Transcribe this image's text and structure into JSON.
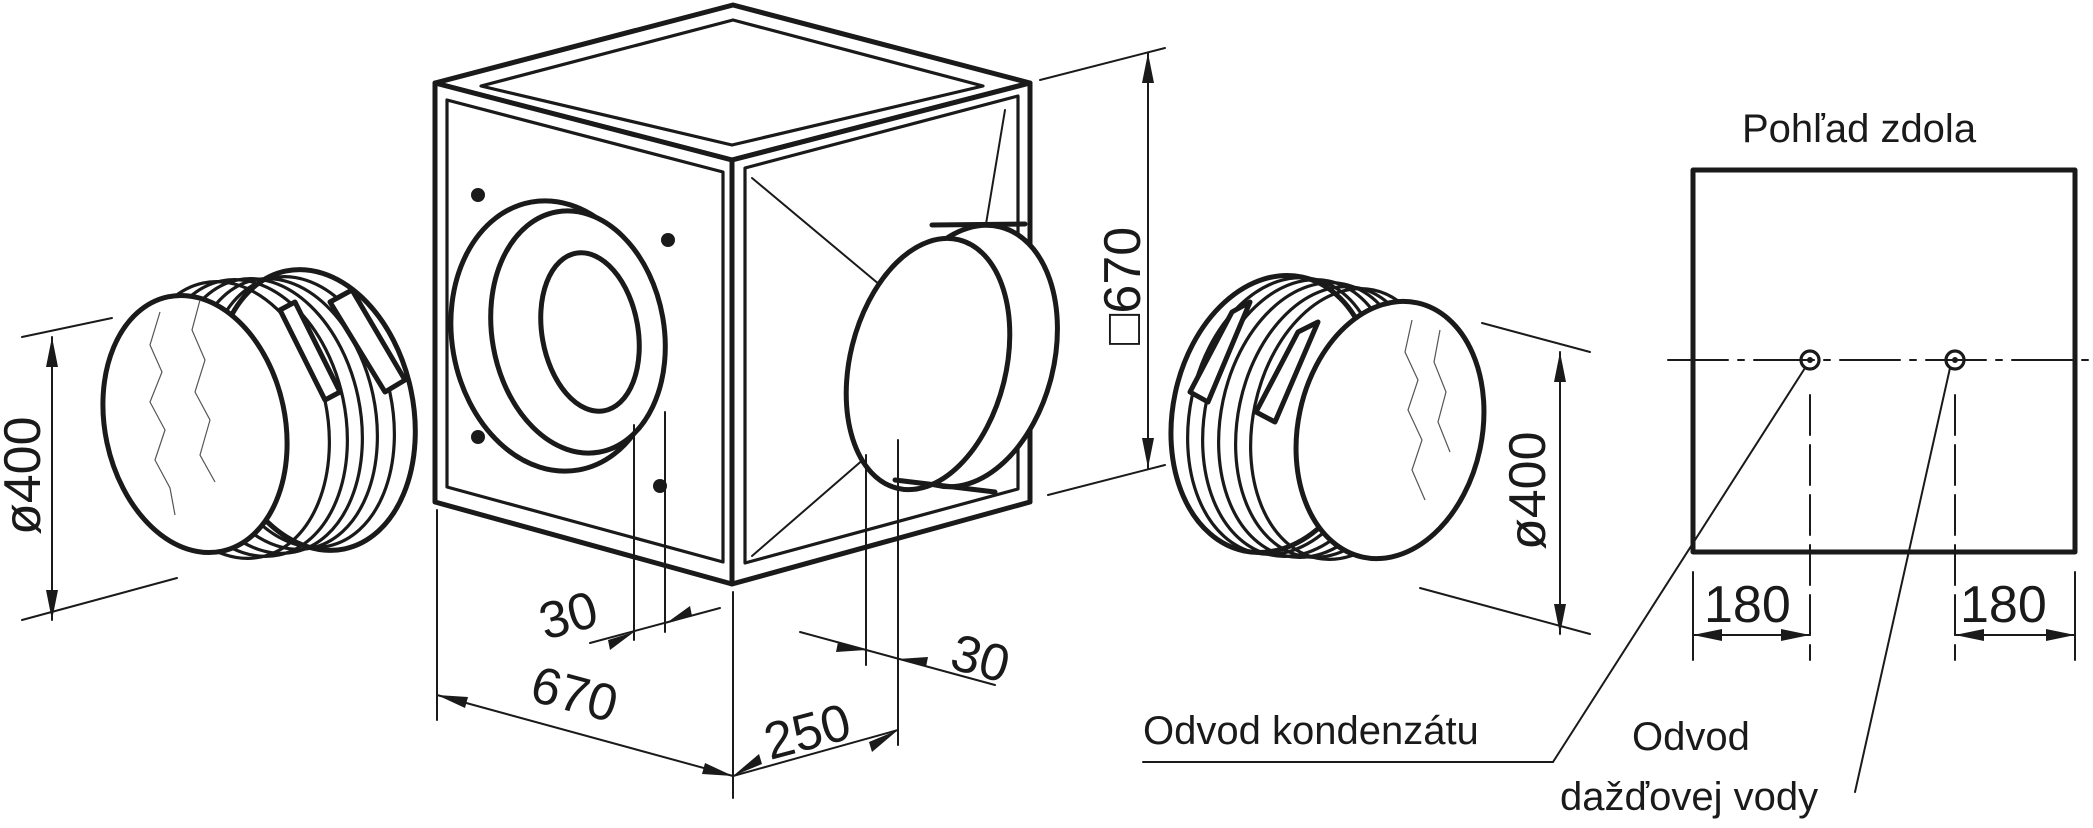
{
  "bottom_view": {
    "title": "Pohľad zdola",
    "offset_left": "180",
    "offset_right": "180"
  },
  "dimensions": {
    "left_diameter": "ø400",
    "right_diameter": "ø400",
    "box_height": "□670",
    "box_width": "670",
    "spigot_depth": "250",
    "collar_left": "30",
    "collar_right": "30"
  },
  "labels": {
    "condensate_drain": "Odvod kondenzátu",
    "rain_drain_line1": "Odvod",
    "rain_drain_line2": "dažďovej vody"
  }
}
